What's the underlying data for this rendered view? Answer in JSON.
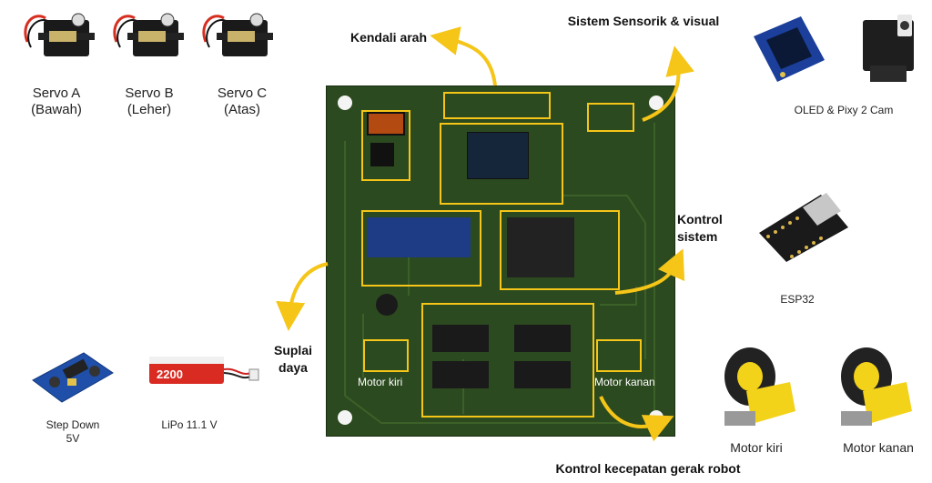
{
  "servos": [
    {
      "name": "Servo A",
      "position": "(Bawah)"
    },
    {
      "name": "Servo B",
      "position": "(Leher)"
    },
    {
      "name": "Servo C",
      "position": "(Atas)"
    }
  ],
  "sections": {
    "direction": "Kendali arah",
    "sensor": "Sistem Sensorik & visual",
    "control_line1": "Kontrol",
    "control_line2": "sistem",
    "power_line1": "Suplai",
    "power_line2": "daya",
    "speed": "Kontrol kecepatan gerak robot"
  },
  "components": {
    "oled_pixy": "OLED & Pixy 2 Cam",
    "esp32": "ESP32",
    "stepdown_line1": "Step Down",
    "stepdown_line2": "5V",
    "lipo": "LiPo 11.1 V",
    "lipo_value": "2200",
    "motor_left": "Motor kiri",
    "motor_right": "Motor kanan"
  },
  "pcb_labels": {
    "motor_left": "Motor kiri",
    "motor_right": "Motor kanan"
  },
  "colors": {
    "pcb": "#2c4a1f",
    "highlight": "#f5c518",
    "arrow": "#f5c518"
  }
}
